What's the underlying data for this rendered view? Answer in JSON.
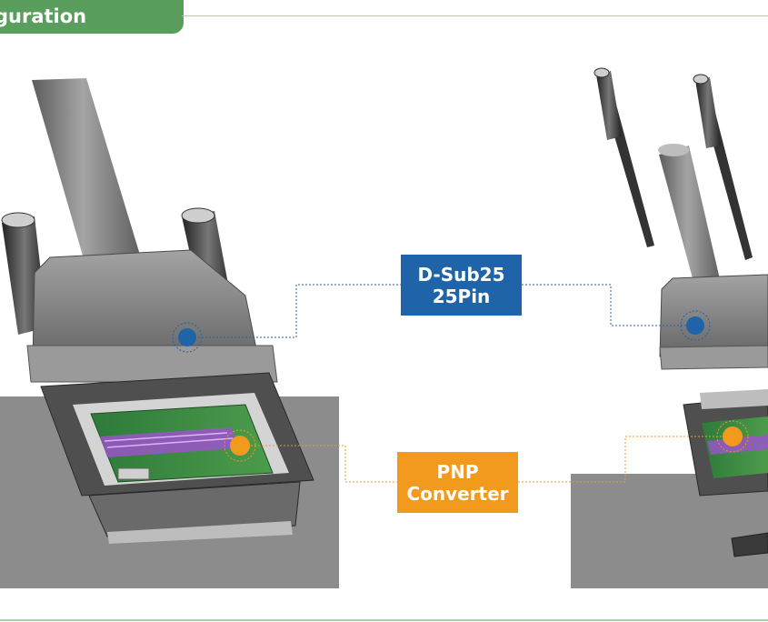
{
  "header": {
    "title": "guration"
  },
  "labels": {
    "dsub_line1": "D-Sub25",
    "dsub_line2": "25Pin",
    "pnp_line1": "PNP",
    "pnp_line2": "Converter"
  },
  "colors": {
    "header_green": "#5a9e5e",
    "dsub_blue": "#1f63a8",
    "pnp_orange": "#f29a1e",
    "platform_gray": "#8c8c8c"
  }
}
